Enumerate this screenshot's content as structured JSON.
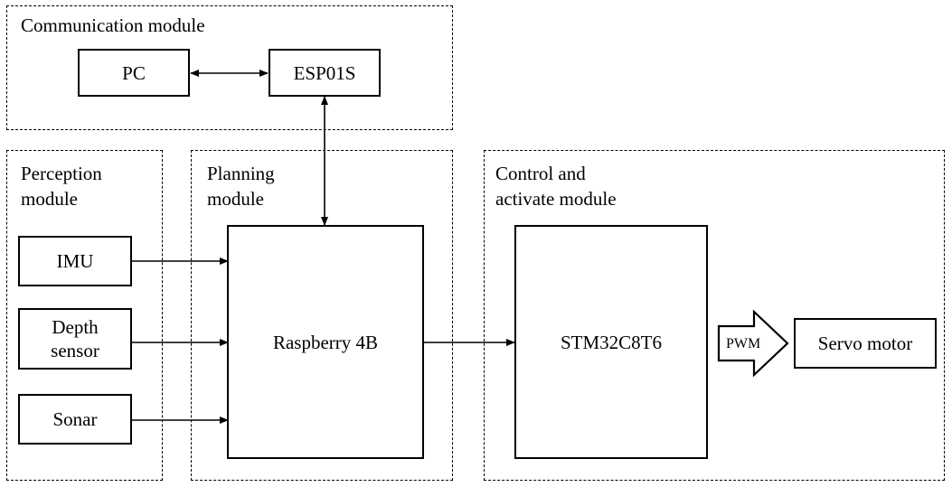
{
  "modules": {
    "communication": "Communication module",
    "perception": "Perception\nmodule",
    "planning": "Planning\nmodule",
    "control": "Control and\nactivate module"
  },
  "blocks": {
    "pc": "PC",
    "esp": "ESP01S",
    "imu": "IMU",
    "depth": "Depth\nsensor",
    "sonar": "Sonar",
    "raspberry": "Raspberry 4B",
    "stm": "STM32C8T6",
    "servo": "Servo motor"
  },
  "signals": {
    "pwm": "PWM"
  }
}
